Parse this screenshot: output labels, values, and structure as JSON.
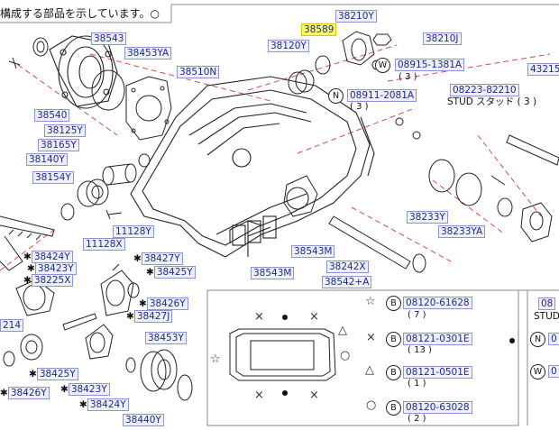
{
  "header": {
    "text": "構成する部品を示しています。",
    "dot": "○"
  },
  "part_labels": [
    {
      "id": "38589",
      "highlight": true
    },
    {
      "id": "38210Y"
    },
    {
      "id": "38210J"
    },
    {
      "id": "38120Y"
    },
    {
      "id": "38543"
    },
    {
      "id": "38453YA"
    },
    {
      "id": "38510N"
    },
    {
      "id": "38540"
    },
    {
      "id": "38125Y"
    },
    {
      "id": "38165Y"
    },
    {
      "id": "38140Y"
    },
    {
      "id": "38154Y"
    },
    {
      "id": "11128Y"
    },
    {
      "id": "11128X"
    },
    {
      "id": "38233Y"
    },
    {
      "id": "38233YA"
    },
    {
      "id": "43215"
    },
    {
      "id": "38543M",
      "instance": 1
    },
    {
      "id": "38543M",
      "instance": 2
    },
    {
      "id": "38242X"
    },
    {
      "id": "38542+A"
    },
    {
      "id": "38424Y",
      "prefix": "✱"
    },
    {
      "id": "38423Y",
      "prefix": "✱"
    },
    {
      "id": "38225X",
      "prefix": "✱"
    },
    {
      "id": "38427Y",
      "prefix": "✱"
    },
    {
      "id": "38425Y",
      "prefix": "✱",
      "instance": 1
    },
    {
      "id": "38426Y",
      "prefix": "✱",
      "instance": 1
    },
    {
      "id": "38427J",
      "prefix": "✱"
    },
    {
      "id": "38453Y"
    },
    {
      "id": "38425Y",
      "prefix": "✱",
      "instance": 2
    },
    {
      "id": "38426Y",
      "prefix": "✱",
      "instance": 2
    },
    {
      "id": "38423Y",
      "prefix": "✱",
      "instance": 2
    },
    {
      "id": "38424Y",
      "prefix": "✱",
      "instance": 2
    },
    {
      "id": "38440Y"
    },
    {
      "id": "214"
    }
  ],
  "fasteners": [
    {
      "badge": "W",
      "part": "08915-1381A",
      "qty": "( 3 )"
    },
    {
      "badge": "N",
      "part": "08911-2081A",
      "qty": "( 3 )"
    },
    {
      "part": "08223-82210",
      "note": "STUD スタッド ( 3 )"
    }
  ],
  "legend": [
    {
      "symbol": "☆",
      "badge": "B",
      "part": "08120-61628",
      "qty": "( 7 )"
    },
    {
      "symbol": "×",
      "badge": "B",
      "part": "08121-0301E",
      "qty": "( 13 )"
    },
    {
      "symbol": "△",
      "badge": "B",
      "part": "08121-0501E",
      "qty": "( 1 )"
    },
    {
      "symbol": "○",
      "badge": "B",
      "part": "08120-63028",
      "qty": "( 2 )"
    }
  ],
  "legend_right": {
    "part_fragment": "08",
    "stud_fragment": "STUD",
    "n_badge": "N",
    "n_part": "0",
    "w_badge": "W",
    "w_part": "0"
  },
  "colors": {
    "label_fill": "#eef0ff",
    "label_border": "#8d93d8",
    "label_text": "#1d2a8a",
    "highlight": "#fff86a",
    "leader": "#d64a4a"
  }
}
